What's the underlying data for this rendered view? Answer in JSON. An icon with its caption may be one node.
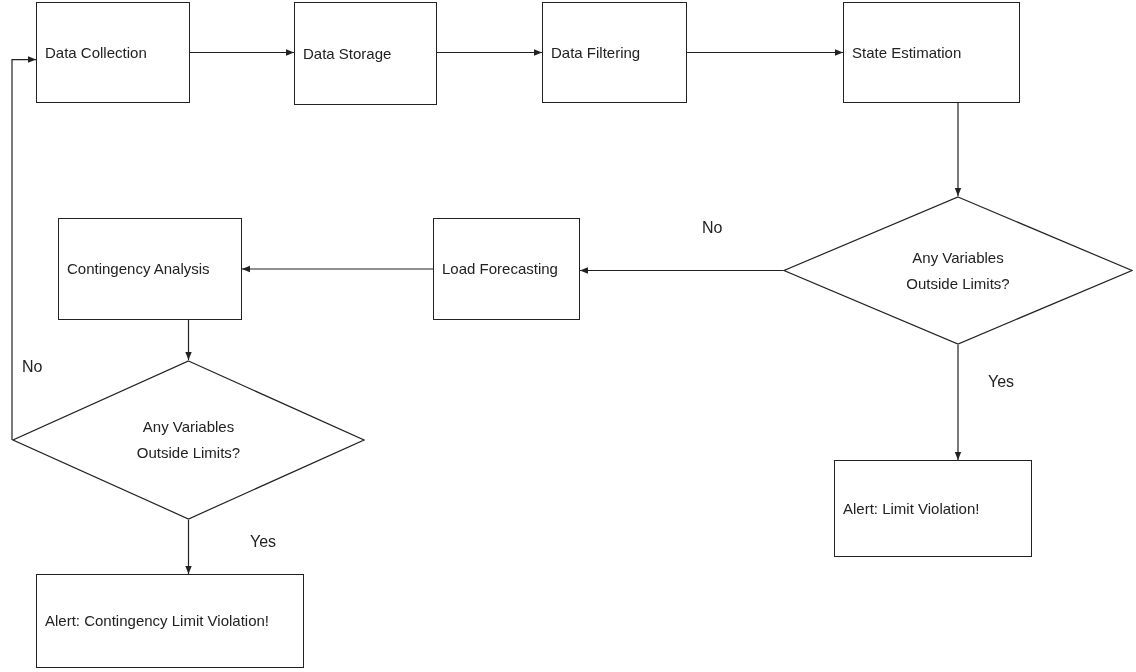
{
  "diagram": {
    "nodes": [
      {
        "text": [
          "Data Collection"
        ]
      },
      {
        "text": [
          "Data Storage"
        ]
      },
      {
        "text": [
          "Data Filtering"
        ]
      },
      {
        "text": [
          "State Estimation"
        ]
      },
      {
        "text": [
          "Any Variables Outside Limits?"
        ]
      },
      {
        "text": [
          "Load Forecasting"
        ]
      },
      {
        "text": [
          "Contingency Analysis"
        ]
      },
      {
        "text": [
          "Any Variables Outside Limits?"
        ]
      },
      {
        "text": [
          "Alert: Limit Violation!"
        ]
      },
      {
        "text": [
          "Alert: Contingency Limit Violation!"
        ]
      }
    ],
    "edges": [
      {
        "from": 0,
        "to": 1,
        "arrow": "to"
      },
      {
        "from": 1,
        "to": 2,
        "arrow": "to"
      },
      {
        "from": 2,
        "to": 3,
        "arrow": "to"
      },
      {
        "from": 3,
        "to": 4,
        "arrow": "to"
      },
      {
        "from": 4,
        "to": 5,
        "arrow": "to",
        "label": "No"
      },
      {
        "from": 5,
        "to": 6,
        "arrow": "to"
      },
      {
        "from": 6,
        "to": 7,
        "arrow": "to"
      },
      {
        "from": 4,
        "to": 8,
        "arrow": "to",
        "label": "Yes"
      },
      {
        "from": 7,
        "to": 9,
        "arrow": "to",
        "label": "Yes"
      },
      {
        "from": 7,
        "to": 0,
        "arrow": "to",
        "label": "No"
      }
    ]
  }
}
